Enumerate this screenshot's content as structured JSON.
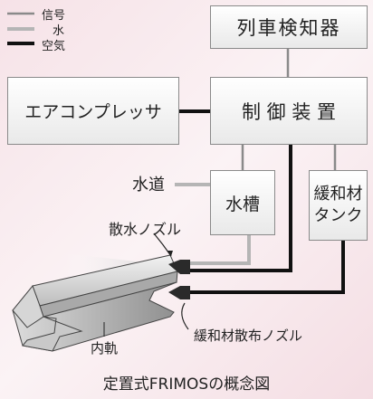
{
  "legend": {
    "signal": "信号",
    "water": "水",
    "air": "空気"
  },
  "boxes": {
    "train_detector": "列車検知器",
    "compressor": "エアコンプレッサ",
    "controller": "制 御 装 置",
    "water_tank": "水槽",
    "mitigation_tank_line1": "緩和材",
    "mitigation_tank_line2": "タンク"
  },
  "labels": {
    "water_supply": "水道",
    "spray_nozzle": "散水ノズル",
    "inner_rail": "内軌",
    "mitigation_nozzle": "緩和材散布ノズル"
  },
  "caption": "定置式FRIMOSの概念図",
  "colors": {
    "signal": "#8a8a8a",
    "water": "#b5b5b5",
    "air": "#111111",
    "background": "#f6e2e7"
  }
}
